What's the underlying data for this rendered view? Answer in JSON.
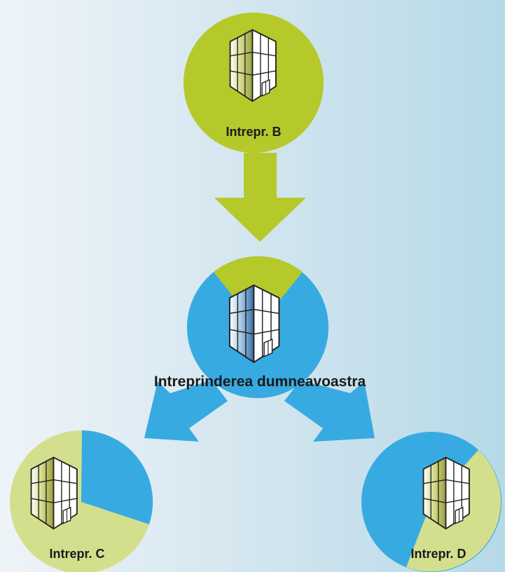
{
  "colors": {
    "green": "#b5c92b",
    "pale_green": "#d4df8e",
    "blue": "#37abe1"
  },
  "nodes": {
    "b": {
      "label": "Intrepr. B"
    },
    "yours": {
      "label": "Intreprinderea dumneavoastra"
    },
    "c": {
      "label": "Intrepr. C"
    },
    "d": {
      "label": "Intrepr. D"
    }
  },
  "icons": [
    "building-icon"
  ]
}
